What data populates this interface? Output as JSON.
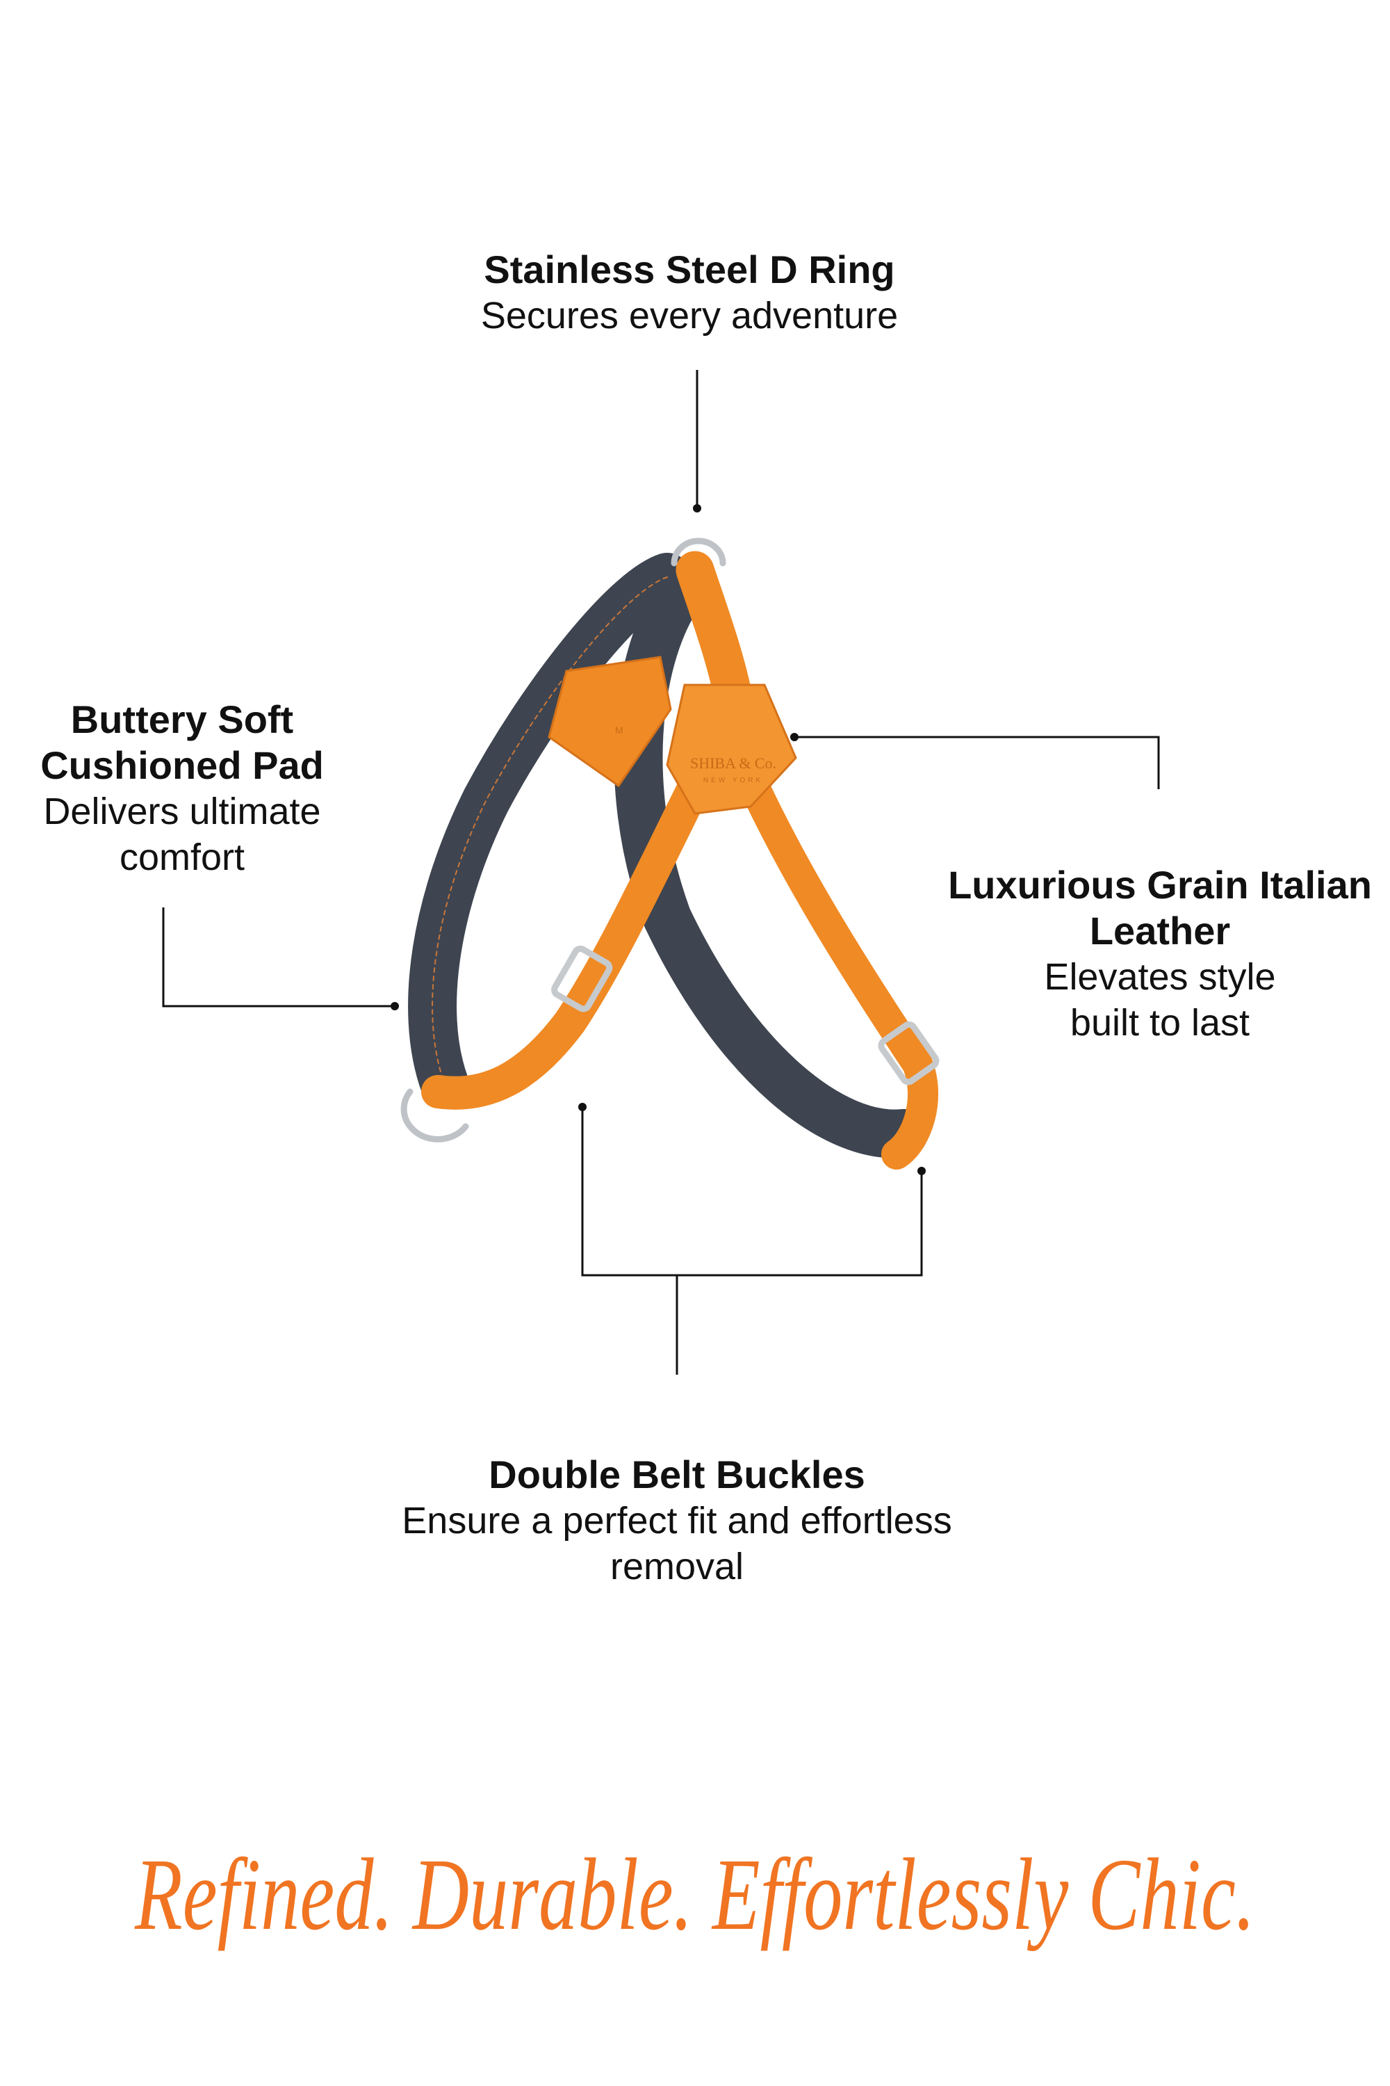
{
  "callouts": {
    "d_ring": {
      "title": "Stainless Steel D Ring",
      "desc": "Secures every adventure"
    },
    "pad": {
      "title_1": "Buttery Soft",
      "title_2": "Cushioned Pad",
      "desc_1": "Delivers ultimate",
      "desc_2": "comfort"
    },
    "leather": {
      "title_1": "Luxurious Grain Italian",
      "title_2": "Leather",
      "desc_1": "Elevates style",
      "desc_2": "built to last"
    },
    "buckles": {
      "title": "Double Belt Buckles",
      "desc_1": "Ensure a perfect fit and effortless",
      "desc_2": "removal"
    }
  },
  "product": {
    "brand_emboss": "SHIBA & Co.",
    "brand_sub": "NEW YORK",
    "size_mark": "M"
  },
  "tagline": "Refined. Durable. Effortlessly Chic.",
  "colors": {
    "accent": "#f07422",
    "leather": "#f08a24",
    "pad": "#3e4550",
    "text": "#111111"
  }
}
